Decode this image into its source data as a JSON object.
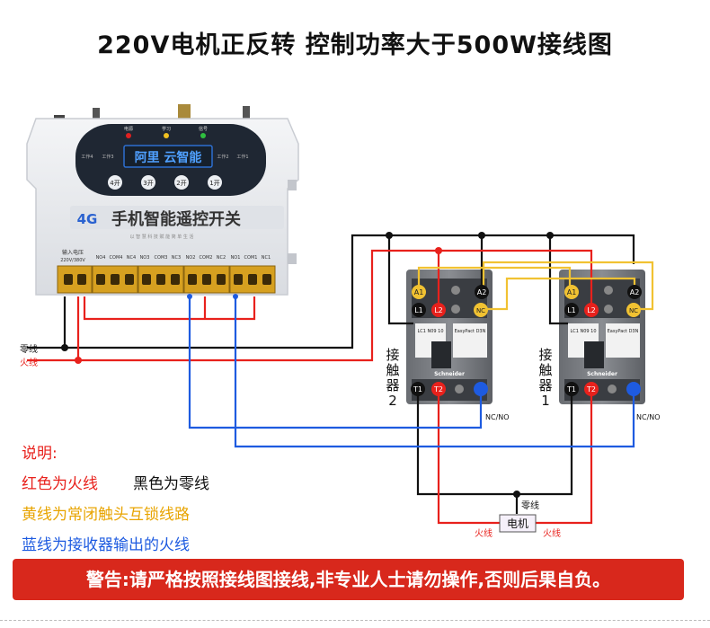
{
  "title": "220V电机正反转  控制功率大于500W接线图",
  "module": {
    "brand": "阿里 云智能",
    "name_badge": "4G",
    "name": "手机智能遥控开关",
    "leds": [
      "电源",
      "学习",
      "信号"
    ],
    "work_labels": [
      "工作4",
      "工作3",
      "工作2",
      "工作1"
    ],
    "buttons": [
      "4开",
      "3开",
      "2开",
      "1开"
    ],
    "slogan": "以 智 慧 科 技 赋 能 简 单 生 活",
    "input_label": "输入电压",
    "input_voltage": "220V/380V",
    "terminals": [
      "NO4",
      "COM4",
      "NC4",
      "NO3",
      "COM3",
      "NC3",
      "NO2",
      "COM2",
      "NC2",
      "NO1",
      "COM1",
      "NC1"
    ]
  },
  "lines": {
    "neutral": "零线",
    "live": "火线"
  },
  "contactors": [
    {
      "id": "contactor-2",
      "label": "接触器2",
      "top_terminals": [
        "A1",
        "L1",
        "L2",
        "NC",
        "A2"
      ],
      "bottom_terminals": [
        "T1",
        "T2"
      ],
      "model": "LC1 N09 10",
      "brand": "Schneider",
      "series": "EasyPact D3N",
      "nc_no": "NC/NO"
    },
    {
      "id": "contactor-1",
      "label": "接触器1",
      "top_terminals": [
        "A1",
        "L1",
        "L2",
        "NC",
        "A2"
      ],
      "bottom_terminals": [
        "T1",
        "T2"
      ],
      "model": "LC1 N09 10",
      "brand": "Schneider",
      "series": "EasyPact D3N",
      "nc_no": "NC/NO"
    }
  ],
  "motor": {
    "label": "电机",
    "neutral": "零线",
    "live_left": "火线",
    "live_right": "火线"
  },
  "legend": {
    "heading": "说明:",
    "red": "红色为火线",
    "black": "黑色为零线",
    "yellow": "黄线为常闭触头互锁线路",
    "blue": "蓝线为接收器输出的火线"
  },
  "warning": "警告:请严格按照接线图接线,非专业人士请勿操作,否则后果自负。",
  "colors": {
    "red": "#e8211c",
    "black": "#111111",
    "yellow": "#f1c232",
    "blue": "#1e5be0",
    "warning_bg": "#d8281c"
  }
}
